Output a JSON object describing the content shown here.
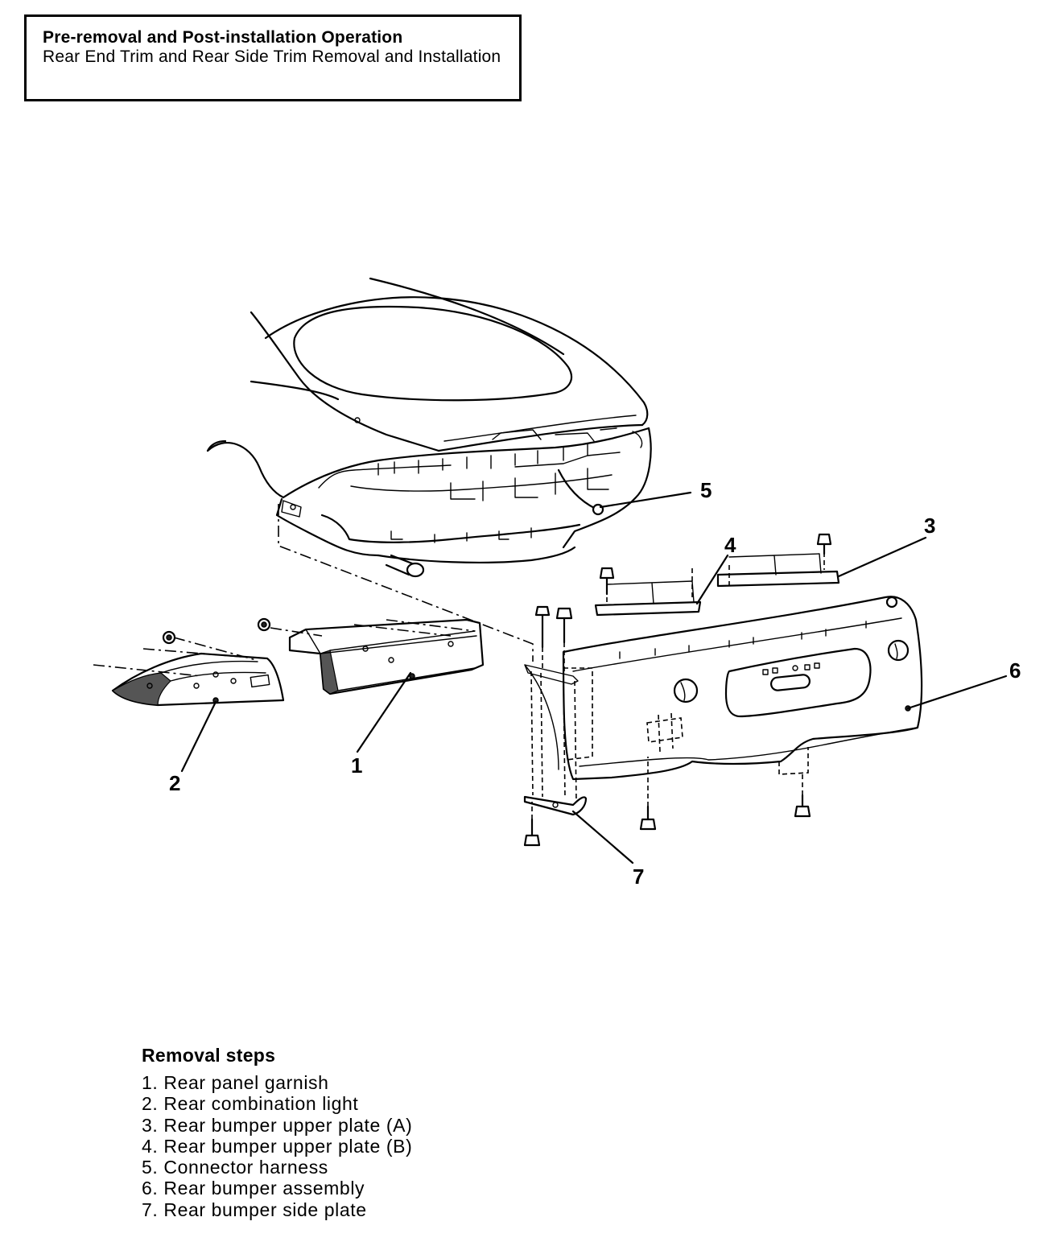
{
  "operation": {
    "title": "Pre-removal and Post-installation Operation",
    "description": "Rear End Trim and Rear Side Trim Removal and Installation"
  },
  "callouts": {
    "c1": "1",
    "c2": "2",
    "c3": "3",
    "c4": "4",
    "c5": "5",
    "c6": "6",
    "c7": "7"
  },
  "removal_steps": {
    "title": "Removal steps",
    "items": [
      "1. Rear panel garnish",
      "2. Rear combination light",
      "3. Rear bumper upper plate (A)",
      "4. Rear bumper upper plate (B)",
      "5. Connector harness",
      "6. Rear bumper assembly",
      "7. Rear bumper side plate"
    ]
  }
}
